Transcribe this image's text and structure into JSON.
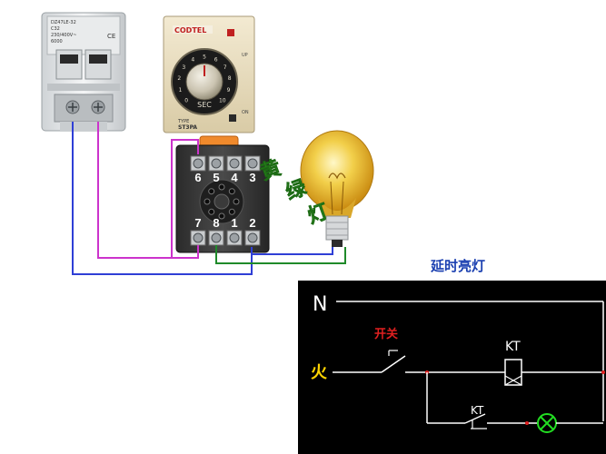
{
  "breaker": {
    "label_lines": [
      "DZ47LE-32",
      "C32",
      "230/400V~",
      "6000"
    ],
    "brand_mark": "CE"
  },
  "timer": {
    "brand": "CODTEL",
    "dial_labels": [
      "0",
      "1",
      "2",
      "3",
      "4",
      "5",
      "6",
      "7",
      "8",
      "9",
      "10"
    ],
    "unit": "SEC",
    "model_prefix": "TYPE",
    "model": "ST3PA",
    "up_label": "UP",
    "on_label": "ON"
  },
  "socket": {
    "top_terminals": [
      "6",
      "5",
      "4",
      "3"
    ],
    "bottom_terminals": [
      "7",
      "8",
      "1",
      "2"
    ]
  },
  "decoration": {
    "chars": [
      "黄",
      "绿",
      "灯"
    ]
  },
  "schematic": {
    "title": "延时亮灯",
    "neutral_label": "N",
    "live_label": "火",
    "switch_label": "开关",
    "coil_label": "KT",
    "contact_label": "KT"
  },
  "colors": {
    "wire_blue": "#2f3fd6",
    "wire_magenta": "#cc33cc",
    "wire_green": "#1f8a2a",
    "schematic_bg": "#000000",
    "switch_label": "#e02020",
    "live_label": "#ffd400",
    "lamp_symbol": "#22dd22",
    "caption": "#1a3fb0"
  },
  "icons": [
    "circuit-breaker-icon",
    "timer-relay-icon",
    "relay-socket-icon",
    "light-bulb-icon",
    "lamp-symbol-icon",
    "coil-symbol-icon"
  ]
}
